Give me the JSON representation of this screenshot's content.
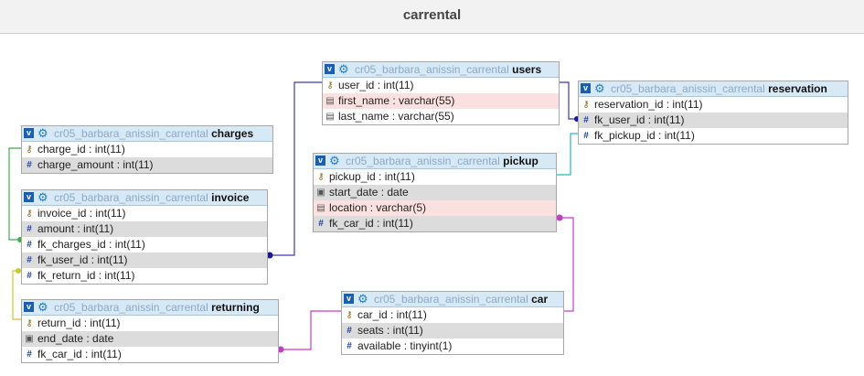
{
  "page": {
    "title": "carrental"
  },
  "colors": {
    "header_bg": "#d8e9f6",
    "link_blue": "#3a3ab8",
    "link_teal": "#2ab8c8",
    "link_green": "#3cb043",
    "link_yellow": "#c8c832",
    "link_magenta": "#c43cc4"
  },
  "tables": {
    "charges": {
      "db": "cr05_barbara_anissin_carrental",
      "name": "charges",
      "columns": [
        {
          "icon": "key-icon",
          "text": "charge_id : int(11)"
        },
        {
          "icon": "hash-icon",
          "text": "charge_amount : int(11)"
        }
      ]
    },
    "invoice": {
      "db": "cr05_barbara_anissin_carrental",
      "name": "invoice",
      "columns": [
        {
          "icon": "key-icon",
          "text": "invoice_id : int(11)"
        },
        {
          "icon": "hash-icon",
          "text": "amount : int(11)"
        },
        {
          "icon": "hash-icon",
          "text": "fk_charges_id : int(11)"
        },
        {
          "icon": "hash-icon",
          "text": "fk_user_id : int(11)"
        },
        {
          "icon": "hash-icon",
          "text": "fk_return_id : int(11)"
        }
      ]
    },
    "returning": {
      "db": "cr05_barbara_anissin_carrental",
      "name": "returning",
      "columns": [
        {
          "icon": "key-icon",
          "text": "return_id : int(11)"
        },
        {
          "icon": "calendar-icon",
          "text": "end_date : date"
        },
        {
          "icon": "hash-icon",
          "text": "fk_car_id : int(11)"
        }
      ]
    },
    "users": {
      "db": "cr05_barbara_anissin_carrental",
      "name": "users",
      "columns": [
        {
          "icon": "key-icon",
          "text": "user_id : int(11)"
        },
        {
          "icon": "text-icon",
          "text": "first_name : varchar(55)"
        },
        {
          "icon": "text-icon",
          "text": "last_name : varchar(55)"
        }
      ]
    },
    "pickup": {
      "db": "cr05_barbara_anissin_carrental",
      "name": "pickup",
      "columns": [
        {
          "icon": "key-icon",
          "text": "pickup_id : int(11)"
        },
        {
          "icon": "calendar-icon",
          "text": "start_date : date"
        },
        {
          "icon": "text-icon",
          "text": "location : varchar(5)"
        },
        {
          "icon": "hash-icon",
          "text": "fk_car_id : int(11)"
        }
      ]
    },
    "reservation": {
      "db": "cr05_barbara_anissin_carrental",
      "name": "reservation",
      "columns": [
        {
          "icon": "key-icon",
          "text": "reservation_id : int(11)"
        },
        {
          "icon": "hash-icon",
          "text": "fk_user_id : int(11)"
        },
        {
          "icon": "hash-icon",
          "text": "fk_pickup_id : int(11)"
        }
      ]
    },
    "car": {
      "db": "cr05_barbara_anissin_carrental",
      "name": "car",
      "columns": [
        {
          "icon": "key-icon",
          "text": "car_id : int(11)"
        },
        {
          "icon": "hash-icon",
          "text": "seats : int(11)"
        },
        {
          "icon": "hash-icon",
          "text": "available : tinyint(1)"
        }
      ]
    }
  }
}
